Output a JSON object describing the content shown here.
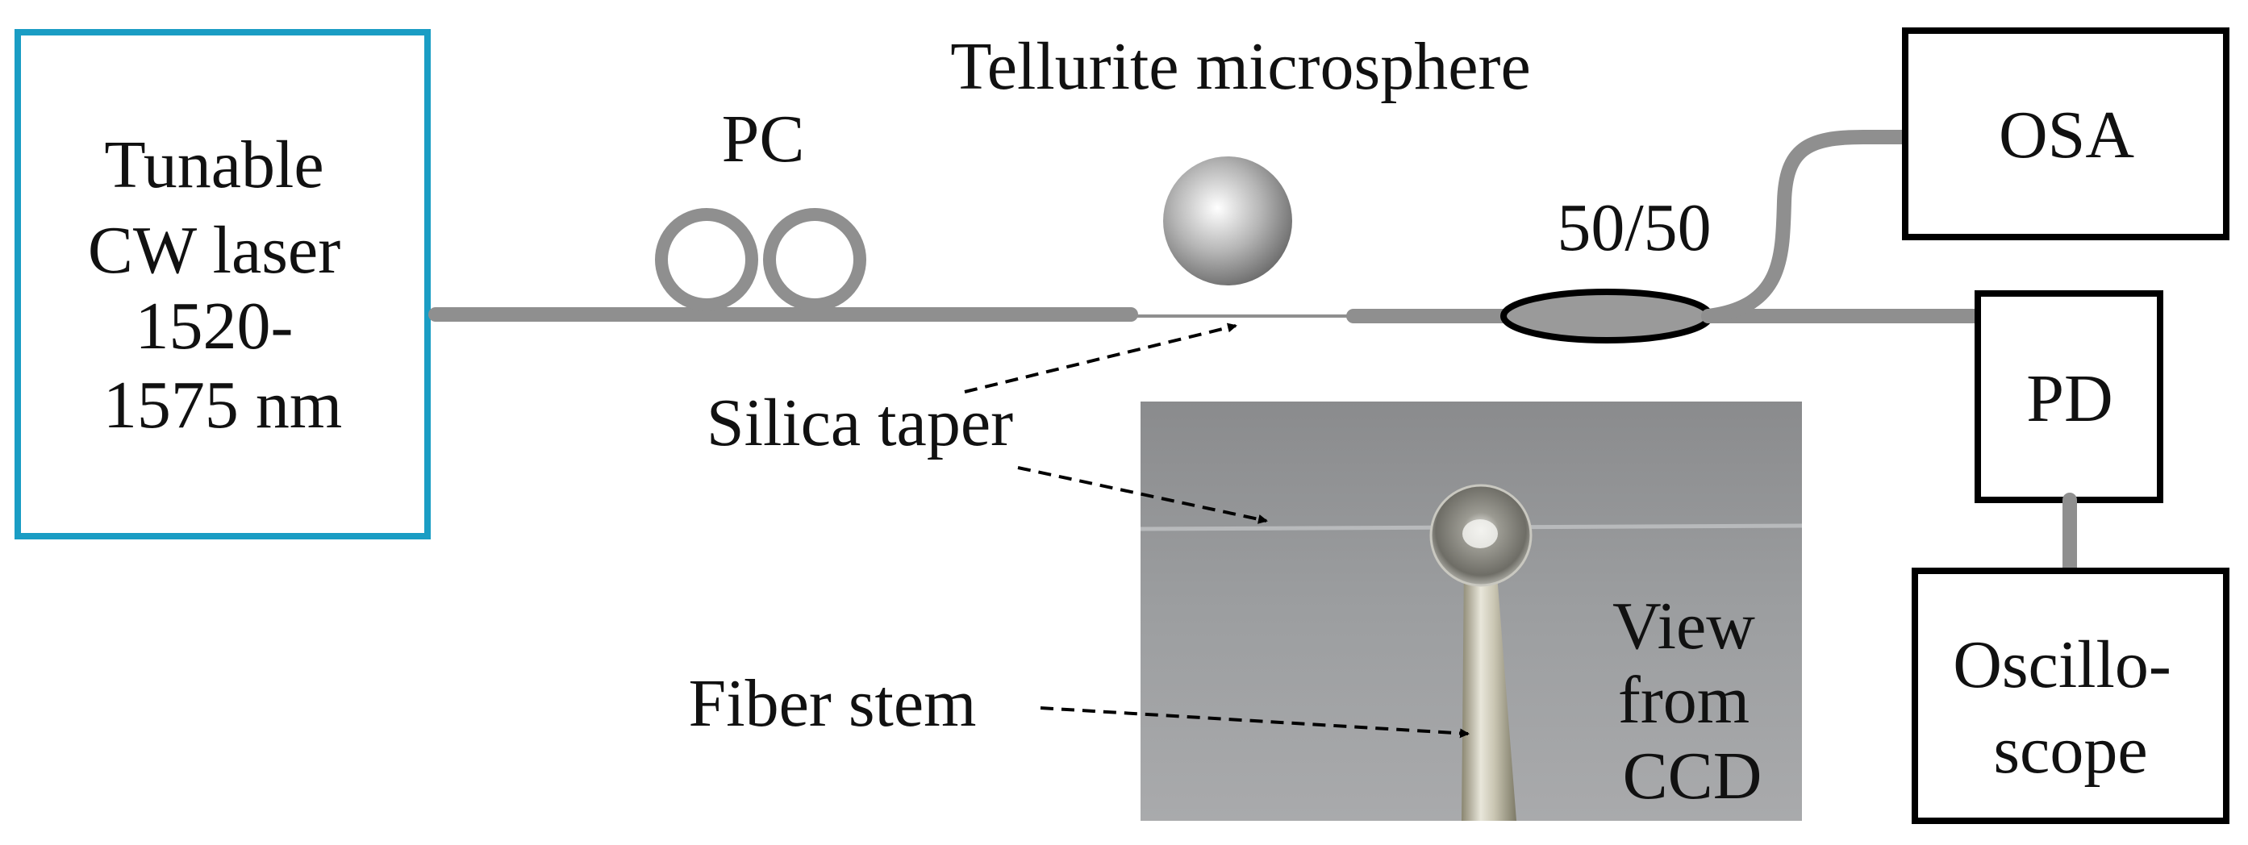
{
  "laser": {
    "lines": [
      "Tunable",
      "CW laser",
      "1520-",
      "1575 nm"
    ],
    "border_color": "#1a9dc4"
  },
  "pc_label": "PC",
  "microsphere_label": "Tellurite microsphere",
  "coupler_label": "50/50",
  "osa_label": "OSA",
  "pd_label": "PD",
  "oscilloscope": {
    "lines": [
      "Oscillo-",
      "scope"
    ]
  },
  "taper_label": "Silica taper",
  "stem_label": "Fiber stem",
  "ccd_view": {
    "lines": [
      "View",
      "from",
      "CCD"
    ]
  },
  "colors": {
    "fiber": "#8f8f8f",
    "box_border": "#000000",
    "coupler_fill": "#9a9a9a"
  }
}
